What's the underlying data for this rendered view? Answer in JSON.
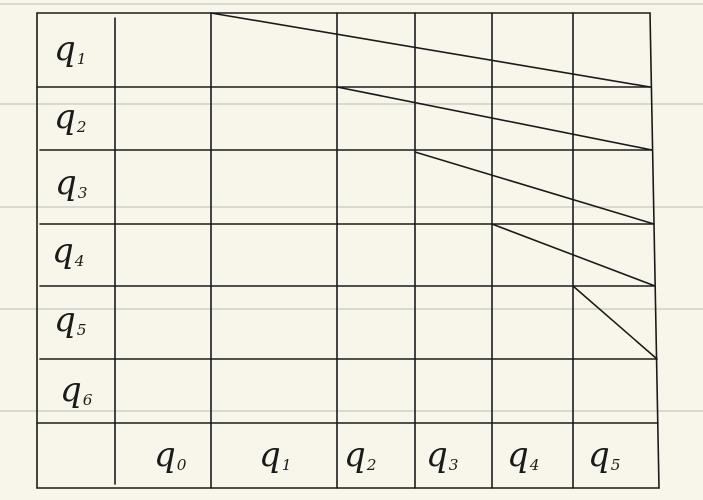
{
  "table": {
    "row_labels": [
      {
        "base": "q",
        "sub": "1"
      },
      {
        "base": "q",
        "sub": "2"
      },
      {
        "base": "q",
        "sub": "3"
      },
      {
        "base": "q",
        "sub": "4"
      },
      {
        "base": "q",
        "sub": "5"
      },
      {
        "base": "q",
        "sub": "6"
      }
    ],
    "column_labels": [
      {
        "base": "q",
        "sub": "0"
      },
      {
        "base": "q",
        "sub": "1"
      },
      {
        "base": "q",
        "sub": "2"
      },
      {
        "base": "q",
        "sub": "3"
      },
      {
        "base": "q",
        "sub": "4"
      },
      {
        "base": "q",
        "sub": "5"
      }
    ]
  },
  "colors": {
    "paper": "#f8f6ea",
    "ink": "#1a1a1a",
    "notebook_rule": "#d9d9d1"
  }
}
